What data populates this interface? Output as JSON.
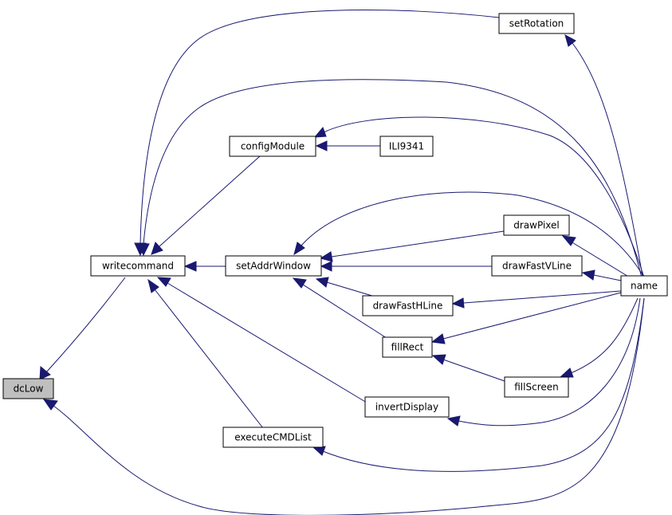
{
  "colors": {
    "edge": "#191970",
    "node_fill": "#ffffff",
    "highlight_fill": "#bfbfbf",
    "border": "#000000"
  },
  "nodes": {
    "dcLow": {
      "label": "dcLow",
      "highlighted": true
    },
    "writecommand": {
      "label": "writecommand"
    },
    "configModule": {
      "label": "configModule"
    },
    "ILI9341": {
      "label": "ILI9341"
    },
    "setAddrWindow": {
      "label": "setAddrWindow"
    },
    "executeCMDList": {
      "label": "executeCMDList"
    },
    "invertDisplay": {
      "label": "invertDisplay"
    },
    "setRotation": {
      "label": "setRotation"
    },
    "drawPixel": {
      "label": "drawPixel"
    },
    "drawFastVLine": {
      "label": "drawFastVLine"
    },
    "drawFastHLine": {
      "label": "drawFastHLine"
    },
    "fillRect": {
      "label": "fillRect"
    },
    "fillScreen": {
      "label": "fillScreen"
    },
    "name": {
      "label": "name"
    }
  },
  "edges": [
    {
      "from": "writecommand",
      "to": "dcLow"
    },
    {
      "from": "name",
      "to": "dcLow"
    },
    {
      "from": "setRotation",
      "to": "writecommand"
    },
    {
      "from": "name",
      "to": "writecommand"
    },
    {
      "from": "configModule",
      "to": "writecommand"
    },
    {
      "from": "setAddrWindow",
      "to": "writecommand"
    },
    {
      "from": "invertDisplay",
      "to": "writecommand"
    },
    {
      "from": "executeCMDList",
      "to": "writecommand"
    },
    {
      "from": "ILI9341",
      "to": "configModule"
    },
    {
      "from": "name",
      "to": "configModule"
    },
    {
      "from": "name",
      "to": "setAddrWindow"
    },
    {
      "from": "drawPixel",
      "to": "setAddrWindow"
    },
    {
      "from": "drawFastVLine",
      "to": "setAddrWindow"
    },
    {
      "from": "drawFastHLine",
      "to": "setAddrWindow"
    },
    {
      "from": "fillRect",
      "to": "setAddrWindow"
    },
    {
      "from": "name",
      "to": "setRotation"
    },
    {
      "from": "name",
      "to": "drawPixel"
    },
    {
      "from": "name",
      "to": "drawFastVLine"
    },
    {
      "from": "name",
      "to": "drawFastHLine"
    },
    {
      "from": "name",
      "to": "fillRect"
    },
    {
      "from": "fillScreen",
      "to": "fillRect"
    },
    {
      "from": "name",
      "to": "fillScreen"
    },
    {
      "from": "name",
      "to": "invertDisplay"
    },
    {
      "from": "name",
      "to": "executeCMDList"
    }
  ]
}
